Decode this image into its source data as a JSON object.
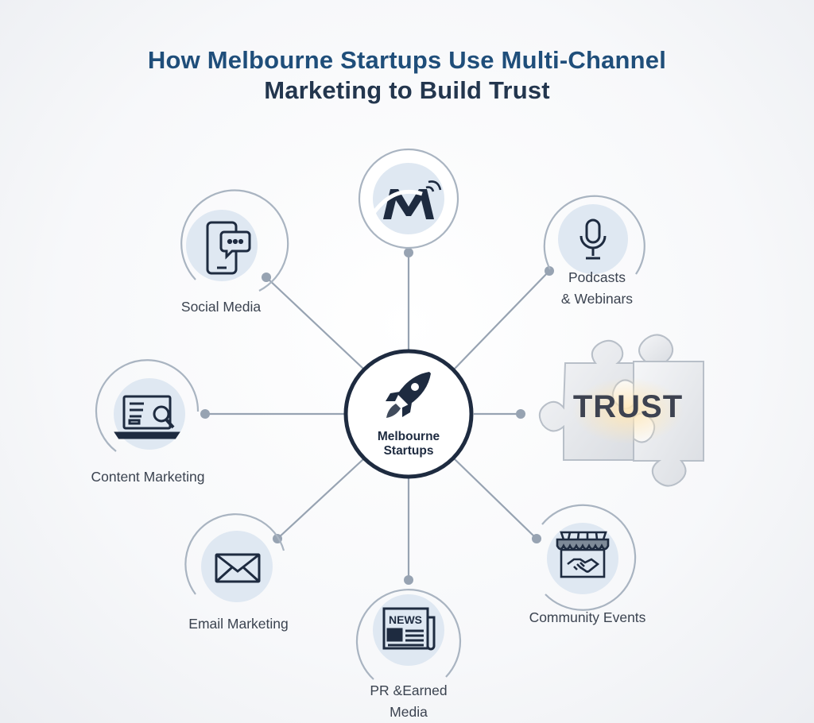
{
  "title": {
    "line1": "How Melbourne Startups Use Multi-Channel",
    "line2": "Marketing to Build Trust"
  },
  "hub": {
    "label": "Melbourne Startups",
    "icon": "rocket-icon"
  },
  "trust_label": "TRUST",
  "channels": [
    {
      "label": "Social Media",
      "icon": "smartphone-chat-icon"
    },
    {
      "label": "",
      "icon": "m-logo-icon"
    },
    {
      "label": "Podcasts\n& Webinars",
      "icon": "microphone-icon"
    },
    {
      "label": "Content Marketing",
      "icon": "laptop-search-icon"
    },
    {
      "label": "Email Marketing",
      "icon": "envelope-icon"
    },
    {
      "label": "PR &Earned\nMedia",
      "icon": "newspaper-icon"
    },
    {
      "label": "Community Events",
      "icon": "storefront-handshake-icon"
    }
  ],
  "colors": {
    "title_primary": "#1f4e7a",
    "title_secondary": "#23364e",
    "hub_ring": "#1e2b40",
    "connector": "#97a3b2",
    "icon": "#1e2b40",
    "icon_disc": "#dfe8f2"
  }
}
